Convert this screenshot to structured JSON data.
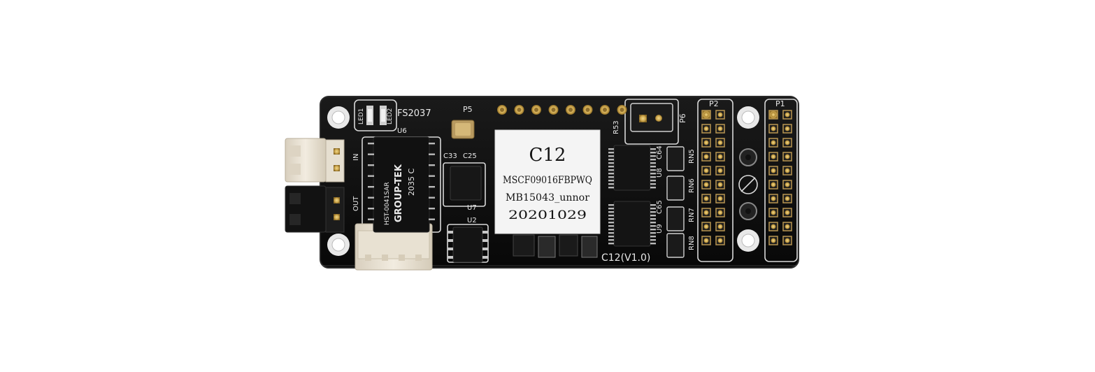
{
  "board": {
    "model_silkscreen": "C12(V1.0)",
    "chip_silkscreen": "FS2037",
    "connector_labels": {
      "p1": "P1",
      "p2": "P2",
      "p5": "P5",
      "p6": "P6"
    },
    "component_refs": {
      "led1": "LED1",
      "led2": "LED2",
      "u6": "U6",
      "u7": "U7",
      "u2": "U2",
      "u8": "U8",
      "u9": "U9",
      "c33": "C33",
      "c25": "C25",
      "c64": "C64",
      "c65": "C65",
      "rn5": "RN5",
      "rn6": "RN6",
      "rn7": "RN7",
      "rn8": "RN8",
      "r53": "R53"
    },
    "port_labels": {
      "in": "IN",
      "out": "OUT"
    },
    "transformer_text": {
      "part": "HST-0041SAR",
      "brand": "GROUP-TEK",
      "code": "2035 C"
    }
  },
  "sticker": {
    "title": "C12",
    "line1": "MSCF09016FBPWQ",
    "line2": "MB15043_unnor",
    "date": "20201029"
  },
  "colors": {
    "pcb": "#0d0d0d",
    "silkscreen": "#e9e9e9",
    "gold": "#c9a24a",
    "sticker": "#f4f4f4",
    "connector_white": "#eee7d9"
  }
}
